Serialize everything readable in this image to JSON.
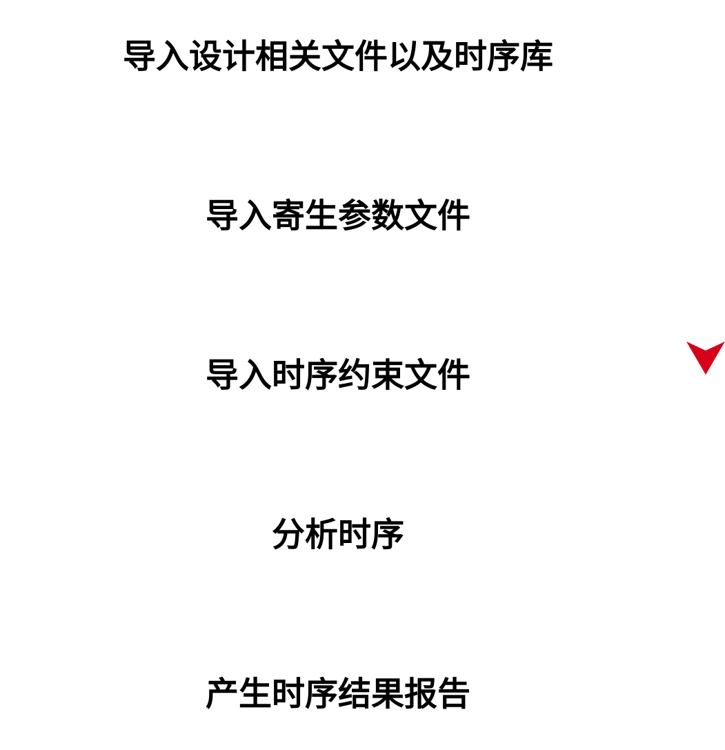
{
  "steps": [
    {
      "label": "导入设计相关文件以及时序库"
    },
    {
      "label": "导入寄生参数文件"
    },
    {
      "label": "导入时序约束文件"
    },
    {
      "label": "分析时序"
    },
    {
      "label": "产生时序结果报告"
    }
  ],
  "current_step_marker": {
    "icon": "triangle-pointer-icon",
    "color": "#d7001b",
    "step_index": 2
  }
}
